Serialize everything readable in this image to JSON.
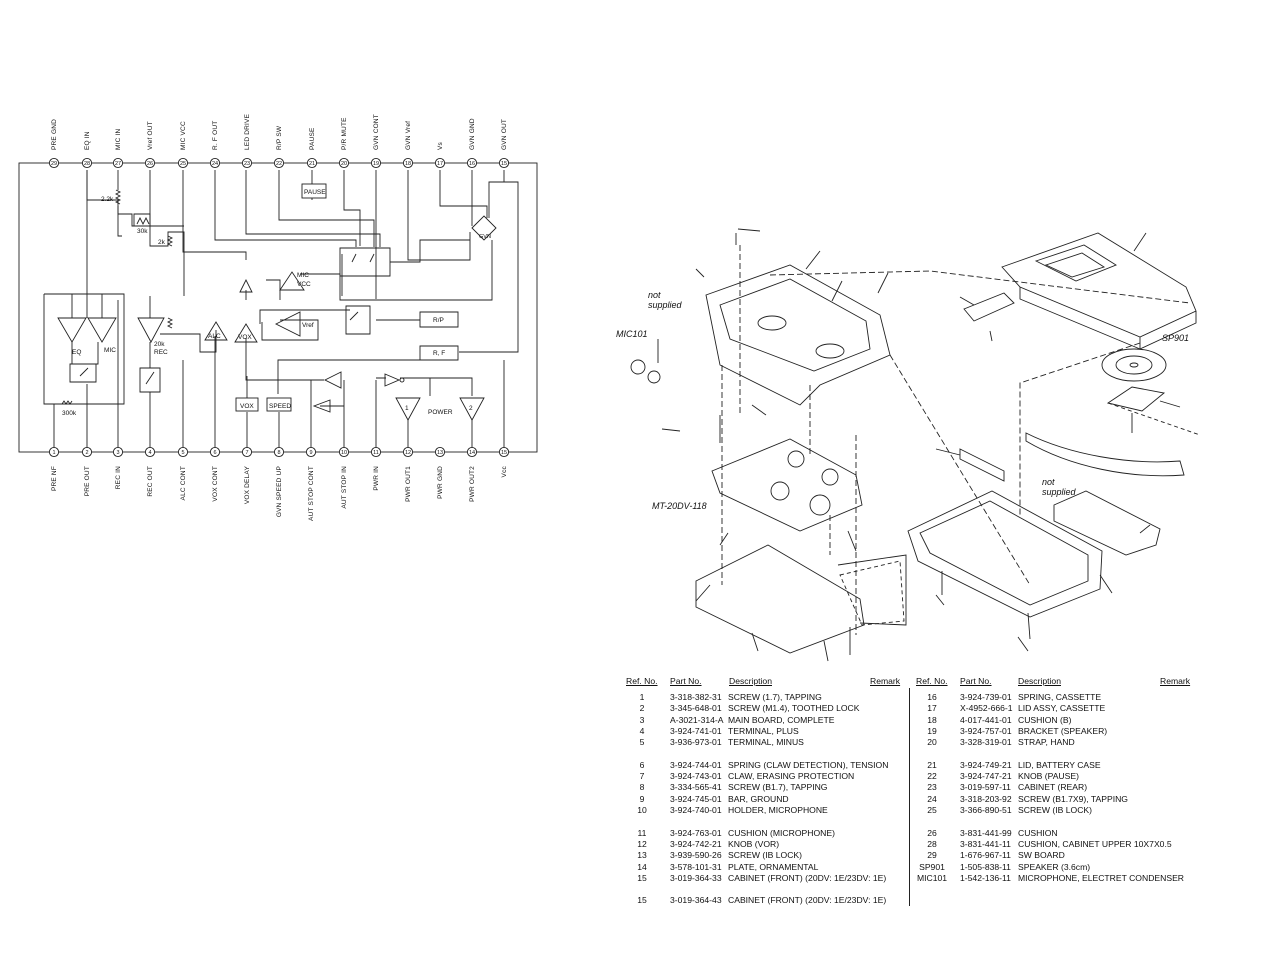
{
  "schematic": {
    "top_pins": [
      {
        "num": "29",
        "label": "PRE GND"
      },
      {
        "num": "28",
        "label": "EQ IN"
      },
      {
        "num": "27",
        "label": "MIC IN"
      },
      {
        "num": "26",
        "label": "Vref OUT"
      },
      {
        "num": "25",
        "label": "MIC VCC"
      },
      {
        "num": "24",
        "label": "R. F OUT"
      },
      {
        "num": "23",
        "label": "LED DRIVE"
      },
      {
        "num": "22",
        "label": "R/P SW"
      },
      {
        "num": "21",
        "label": "PAUSE"
      },
      {
        "num": "20",
        "label": "P/R MUTE"
      },
      {
        "num": "19",
        "label": "GVN CONT"
      },
      {
        "num": "18",
        "label": "GVN Vref"
      },
      {
        "num": "17",
        "label": "Vs"
      },
      {
        "num": "16",
        "label": "GVN GND"
      },
      {
        "num": "15",
        "label": "GVN OUT"
      }
    ],
    "bottom_pins": [
      {
        "num": "1",
        "label": "PRE NF"
      },
      {
        "num": "2",
        "label": "PRE OUT"
      },
      {
        "num": "3",
        "label": "REC IN"
      },
      {
        "num": "4",
        "label": "REC OUT"
      },
      {
        "num": "5",
        "label": "ALC CONT"
      },
      {
        "num": "6",
        "label": "VOX CONT"
      },
      {
        "num": "7",
        "label": "VOX DELAY"
      },
      {
        "num": "8",
        "label": "GVN SPEED UP"
      },
      {
        "num": "9",
        "label": "AUT STOP CONT"
      },
      {
        "num": "10",
        "label": "AUT STOP IN"
      },
      {
        "num": "11",
        "label": "PWR IN"
      },
      {
        "num": "12",
        "label": "PWR OUT1"
      },
      {
        "num": "13",
        "label": "PWR GND"
      },
      {
        "num": "14",
        "label": "PWR OUT2"
      },
      {
        "num": "15",
        "label": "Vcc"
      }
    ],
    "block_labels": {
      "pause": "PAUSE",
      "gvn": "GVN",
      "mic_vcc": "MIC\nVCC",
      "vref": "Vref",
      "rp": "R/P",
      "rf": "R, F",
      "eq": "EQ",
      "mic": "MIC",
      "rec": "REC",
      "alc": "ALC",
      "vox": "VOX",
      "vox_box": "VOX",
      "speed": "SPEED",
      "power": "POWER",
      "amp1": "1",
      "amp2": "2",
      "r22k": "2.2k",
      "r30k": "30k",
      "r2k": "2k",
      "r20k": "20k",
      "r300k": "300k"
    }
  },
  "exploded": {
    "labels": {
      "not_supplied_1": "not\nsupplied",
      "mic101": "MIC101",
      "sp901": "SP901",
      "mt20dv": "MT-20DV-118",
      "not_supplied_2": "not\nsupplied"
    }
  },
  "parts_table": {
    "headers": {
      "ref": "Ref. No.",
      "part": "Part No.",
      "desc": "Description",
      "remark": "Remark"
    },
    "left": [
      {
        "ref": "1",
        "part": "3-318-382-31",
        "desc": "SCREW (1.7), TAPPING"
      },
      {
        "ref": "2",
        "part": "3-345-648-01",
        "desc": "SCREW (M1.4), TOOTHED LOCK"
      },
      {
        "ref": "3",
        "part": "A-3021-314-A",
        "desc": "MAIN BOARD, COMPLETE"
      },
      {
        "ref": "4",
        "part": "3-924-741-01",
        "desc": "TERMINAL, PLUS"
      },
      {
        "ref": "5",
        "part": "3-936-973-01",
        "desc": "TERMINAL, MINUS"
      },
      {
        "ref": "6",
        "part": "3-924-744-01",
        "desc": "SPRING (CLAW DETECTION), TENSION"
      },
      {
        "ref": "7",
        "part": "3-924-743-01",
        "desc": "CLAW, ERASING PROTECTION"
      },
      {
        "ref": "8",
        "part": "3-334-565-41",
        "desc": "SCREW (B1.7), TAPPING"
      },
      {
        "ref": "9",
        "part": "3-924-745-01",
        "desc": "BAR, GROUND"
      },
      {
        "ref": "10",
        "part": "3-924-740-01",
        "desc": "HOLDER, MICROPHONE"
      },
      {
        "ref": "11",
        "part": "3-924-763-01",
        "desc": "CUSHION (MICROPHONE)"
      },
      {
        "ref": "12",
        "part": "3-924-742-21",
        "desc": "KNOB (VOR)"
      },
      {
        "ref": "13",
        "part": "3-939-590-26",
        "desc": "SCREW (IB LOCK)"
      },
      {
        "ref": "14",
        "part": "3-578-101-31",
        "desc": "PLATE, ORNAMENTAL"
      },
      {
        "ref": "15",
        "part": "3-019-364-33",
        "desc": "CABINET (FRONT) (20DV: 1E/23DV: 1E)"
      },
      {
        "ref": "15",
        "part": "3-019-364-43",
        "desc": "CABINET (FRONT) (20DV: 1E/23DV: 1E)"
      }
    ],
    "right": [
      {
        "ref": "16",
        "part": "3-924-739-01",
        "desc": "SPRING, CASSETTE"
      },
      {
        "ref": "17",
        "part": "X-4952-666-1",
        "desc": "LID ASSY, CASSETTE"
      },
      {
        "ref": "18",
        "part": "4-017-441-01",
        "desc": "CUSHION (B)"
      },
      {
        "ref": "19",
        "part": "3-924-757-01",
        "desc": "BRACKET (SPEAKER)"
      },
      {
        "ref": "20",
        "part": "3-328-319-01",
        "desc": "STRAP, HAND"
      },
      {
        "ref": "21",
        "part": "3-924-749-21",
        "desc": "LID, BATTERY CASE"
      },
      {
        "ref": "22",
        "part": "3-924-747-21",
        "desc": "KNOB (PAUSE)"
      },
      {
        "ref": "23",
        "part": "3-019-597-11",
        "desc": "CABINET (REAR)"
      },
      {
        "ref": "24",
        "part": "3-318-203-92",
        "desc": "SCREW (B1.7X9), TAPPING"
      },
      {
        "ref": "25",
        "part": "3-366-890-51",
        "desc": "SCREW (IB LOCK)"
      },
      {
        "ref": "26",
        "part": "3-831-441-99",
        "desc": "CUSHION"
      },
      {
        "ref": "28",
        "part": "3-831-441-11",
        "desc": "CUSHION, CABINET UPPER 10X7X0.5"
      },
      {
        "ref": "29",
        "part": "1-676-967-11",
        "desc": "SW BOARD"
      },
      {
        "ref": "SP901",
        "part": "1-505-838-11",
        "desc": "SPEAKER (3.6cm)"
      },
      {
        "ref": "MIC101",
        "part": "1-542-136-11",
        "desc": "MICROPHONE, ELECTRET CONDENSER"
      }
    ]
  }
}
